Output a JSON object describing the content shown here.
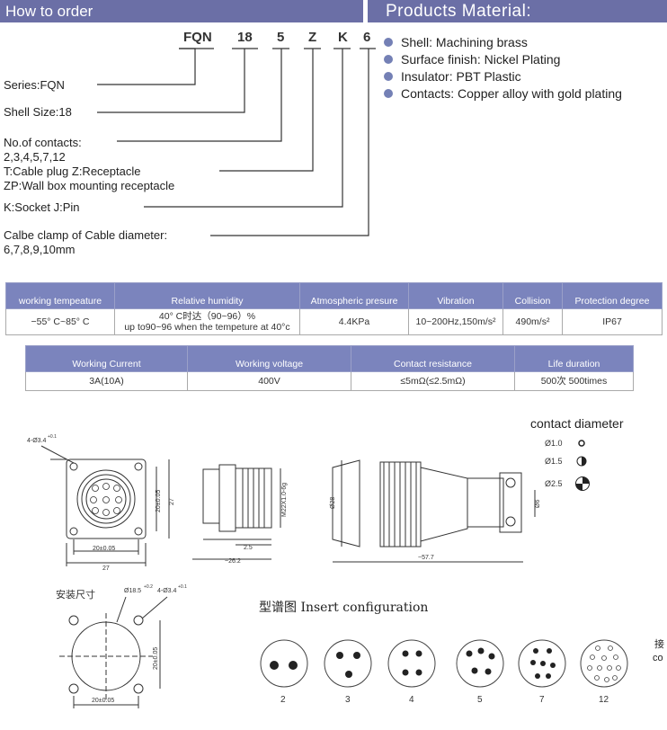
{
  "how_to_order": {
    "title": "How to order",
    "code_parts": [
      "FQN",
      "18",
      "5",
      "Z",
      "K",
      "6"
    ],
    "labels": {
      "series": "Series:FQN",
      "shell_size": "Shell Size:18",
      "contacts_title": "No.of contacts:",
      "contacts_values": "2,3,4,5,7,12",
      "type_line1": "T:Cable plug  Z:Receptacle",
      "type_line2": "ZP:Wall box mounting receptacle",
      "socket_pin": "K:Socket   J:Pin",
      "clamp_title": "Calbe clamp of Cable diameter:",
      "clamp_values": "6,7,8,9,10mm"
    }
  },
  "products_material": {
    "title": "Products  Material:",
    "items": [
      "Shell: Machining brass",
      "Surface finish: Nickel Plating",
      "Insulator: PBT Plastic",
      "Contacts: Copper alloy with gold plating"
    ]
  },
  "table1": {
    "headers": [
      "working tempeature",
      "Relative humidity",
      "Atmospheric presure",
      "Vibration",
      "Collision",
      "Protection degree"
    ],
    "row": [
      "−55° C~85° C",
      "40° C时达（90~96）%",
      "4.4KPa",
      "10~200Hz,150m/s²",
      "490m/s²",
      "IP67"
    ],
    "row_humidity_line2": "up to90~96 when the tempeture at 40°c"
  },
  "table2": {
    "headers": [
      "Working Current",
      "Working voltage",
      "Contact resistance",
      "Life duration"
    ],
    "row": [
      "3A(10A)",
      "400V",
      "≤5mΩ(≤2.5mΩ)",
      "500次    500times"
    ]
  },
  "contact_diameter": {
    "title": "contact diameter",
    "items": [
      "Ø1.0",
      "Ø1.5",
      "Ø2.5"
    ]
  },
  "drawing_labels": {
    "hole_a": "4-Ø3.4",
    "hole_a_tol": "+0.1",
    "dim_20": "20±0.05",
    "dim_27": "27",
    "dim_thread": "M22X1.0-6g",
    "dim_2_5": "2.5",
    "dim_26_2": "~26.2",
    "dim_28": "Ø28",
    "dim_57_7": "~57.7",
    "dim_clamp": "Ø6",
    "install_title": "安装尺寸",
    "hole_b": "Ø18.5",
    "hole_b_tol": "+0.2",
    "hole_c": "4-Ø3.4",
    "hole_c_tol": "+0.1"
  },
  "insert_config": {
    "title": "型谱图  Insert configuration",
    "counts": [
      "2",
      "3",
      "4",
      "5",
      "7",
      "12"
    ],
    "side_text_1": "接",
    "side_text_2": "co"
  }
}
